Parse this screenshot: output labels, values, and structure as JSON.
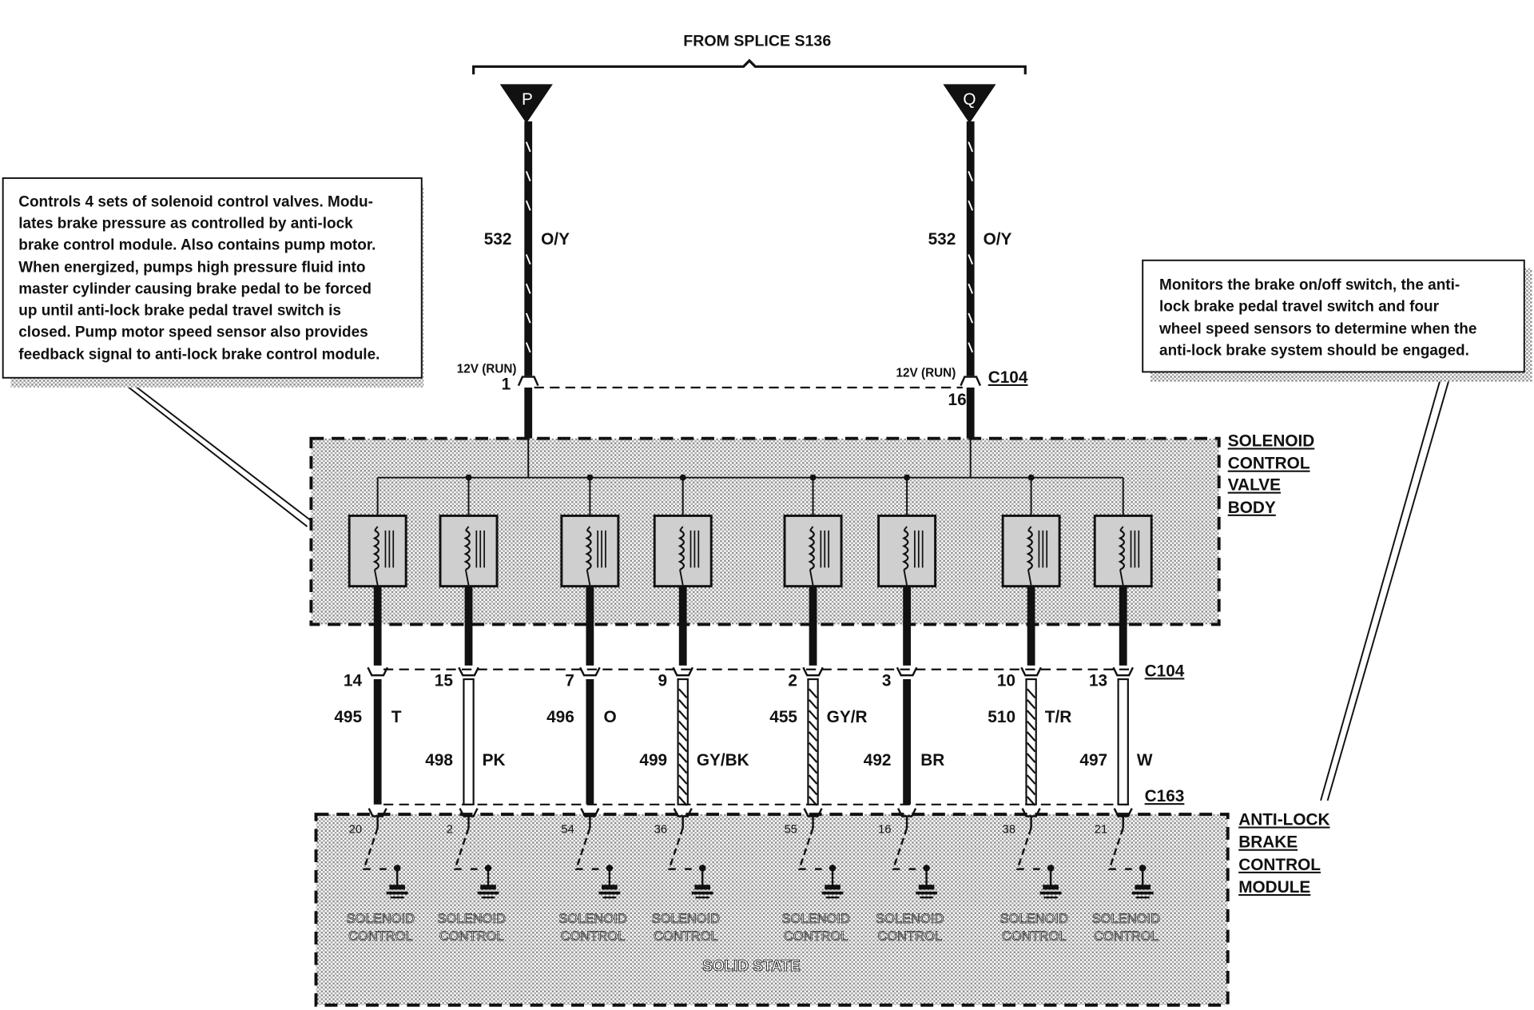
{
  "colors": {
    "ink": "#111111",
    "shade": "#b5b5b5",
    "paper": "#ffffff"
  },
  "title": "FROM SPLICE S136",
  "splices": [
    {
      "letter": "P",
      "wire": "532",
      "color": "O/Y",
      "voltage": "12V (RUN)",
      "pin": "1"
    },
    {
      "letter": "Q",
      "wire": "532",
      "color": "O/Y",
      "voltage": "12V (RUN)",
      "pin": "16"
    }
  ],
  "connectors": {
    "top": "C104",
    "middle": "C104",
    "bottom": "C163"
  },
  "valve_body_label": [
    "SOLENOID",
    "CONTROL",
    "VALVE",
    "BODY"
  ],
  "module_label": [
    "ANTI-LOCK",
    "BRAKE",
    "CONTROL",
    "MODULE"
  ],
  "callout_left": [
    "Controls 4 sets of solenoid control valves. Modu-",
    "lates brake pressure as controlled by anti-lock",
    "brake control module. Also contains pump motor.",
    "When energized, pumps high pressure fluid into",
    "master cylinder causing brake pedal to be forced",
    "up until  anti-lock brake pedal travel switch is",
    "closed. Pump motor speed sensor also provides",
    "feedback signal to anti-lock brake control module."
  ],
  "callout_right": [
    "Monitors the brake on/off switch, the anti-",
    "lock brake pedal travel switch and four",
    "wheel speed sensors to determine when the",
    "anti-lock brake system should be engaged."
  ],
  "channels": [
    {
      "c104_pin": "14",
      "wire": "495",
      "color": "T",
      "module_pin": "20",
      "label_row": "upper",
      "style": "solid"
    },
    {
      "c104_pin": "15",
      "wire": "498",
      "color": "PK",
      "module_pin": "2",
      "label_row": "lower",
      "style": "outline"
    },
    {
      "c104_pin": "7",
      "wire": "496",
      "color": "O",
      "module_pin": "54",
      "label_row": "upper",
      "style": "solid"
    },
    {
      "c104_pin": "9",
      "wire": "499",
      "color": "GY/BK",
      "module_pin": "36",
      "label_row": "lower",
      "style": "stripe"
    },
    {
      "c104_pin": "2",
      "wire": "455",
      "color": "GY/R",
      "module_pin": "55",
      "label_row": "upper",
      "style": "stripe"
    },
    {
      "c104_pin": "3",
      "wire": "492",
      "color": "BR",
      "module_pin": "16",
      "label_row": "lower",
      "style": "solid"
    },
    {
      "c104_pin": "10",
      "wire": "510",
      "color": "T/R",
      "module_pin": "38",
      "label_row": "upper",
      "style": "stripe"
    },
    {
      "c104_pin": "13",
      "wire": "497",
      "color": "W",
      "module_pin": "21",
      "label_row": "lower",
      "style": "outline"
    }
  ],
  "solenoid_control_label": [
    "SOLENOID",
    "CONTROL"
  ],
  "solid_state": "SOLID STATE"
}
